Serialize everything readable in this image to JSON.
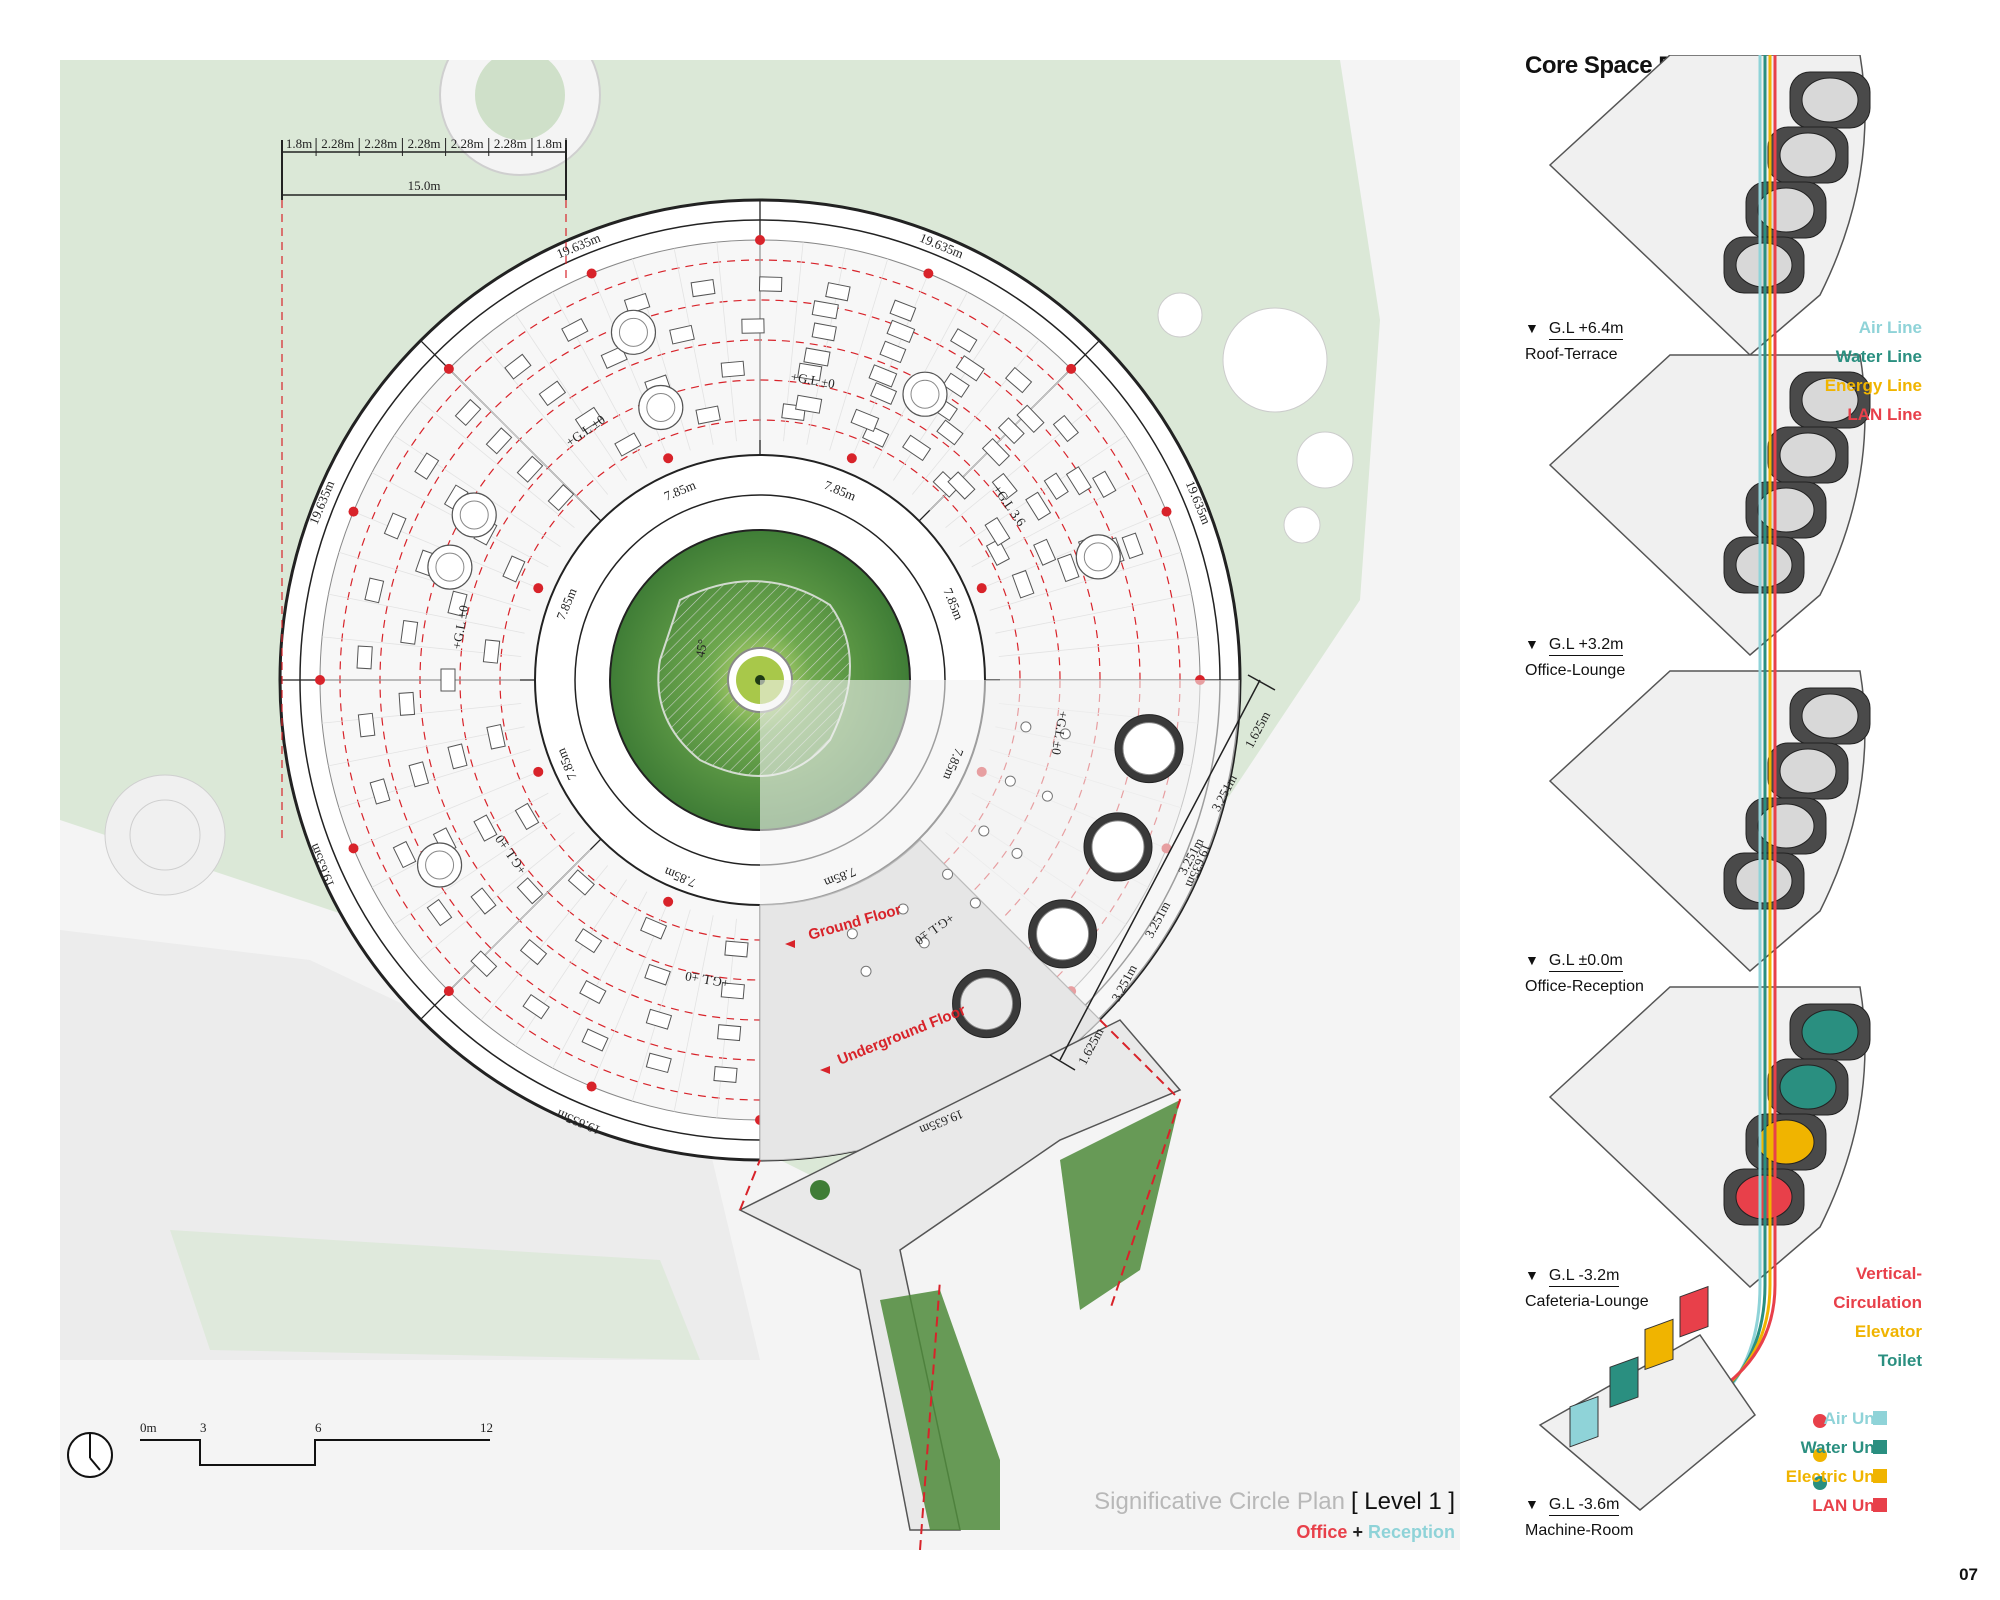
{
  "plan": {
    "title": "Significative Circle Plan",
    "level": "[ Level 1 ]",
    "subtitle_office": "Office",
    "subtitle_plus": "+",
    "subtitle_reception": "Reception",
    "colors": {
      "office": "#e8404a",
      "reception": "#8fd3d8",
      "red_line": "#d8232a",
      "green": "#5e9a48"
    },
    "top_dims": [
      "1.8m",
      "2.28m",
      "2.28m",
      "2.28m",
      "2.28m",
      "2.28m",
      "1.8m"
    ],
    "top_total": "15.0m",
    "outer_arc_dims": [
      "19.635m",
      "19.635m",
      "19.635m",
      "19.635m",
      "19.635m",
      "19.635m",
      "19.635m",
      "19.635m"
    ],
    "inner_dims": [
      "7.85m",
      "7.85m",
      "7.85m",
      "7.85m",
      "7.85m",
      "7.85m",
      "7.85m",
      "7.85m"
    ],
    "right_dims": [
      "1.625m",
      "3.251m",
      "3.251m",
      "3.251m",
      "3.251m",
      "1.625m"
    ],
    "elevation_marks": [
      "+G.L ±0",
      "+G.L 3.6",
      "+G.L ±0",
      "+G.L ±0",
      "+G.L ±0",
      "+G.L ±0",
      "+G.L ±0",
      "+G.L ±0"
    ],
    "angle_label": "45°",
    "ground_floor": "Ground Floor",
    "underground_floor": "Underground Floor",
    "scale_labels": [
      "0m",
      "3",
      "6",
      "12"
    ]
  },
  "core": {
    "title": "Core Space Diagram",
    "levels": [
      {
        "gl": "G.L +6.4m",
        "name": "Roof-Terrace"
      },
      {
        "gl": "G.L +3.2m",
        "name": "Office-Lounge"
      },
      {
        "gl": "G.L ±0.0m",
        "name": "Office-Reception"
      },
      {
        "gl": "G.L -3.2m",
        "name": "Cafeteria-Lounge"
      },
      {
        "gl": "G.L -3.6m",
        "name": "Machine-Room"
      }
    ],
    "lines": [
      {
        "label": "Air Line",
        "color": "#8fd3d8"
      },
      {
        "label": "Water Line",
        "color": "#2a8f80"
      },
      {
        "label": "Energy Line",
        "color": "#f0b400"
      },
      {
        "label": "LAN Line",
        "color": "#e8404a"
      }
    ],
    "legend_cores": [
      {
        "label": "Vertical-",
        "color": "#e8404a"
      },
      {
        "label": "Circulation",
        "color": "#e8404a"
      },
      {
        "label": "Elevator",
        "color": "#f0b400"
      },
      {
        "label": "Toilet",
        "color": "#2a8f80"
      }
    ],
    "legend_units": [
      {
        "label": "Air Unit",
        "color": "#8fd3d8"
      },
      {
        "label": "Water Unit",
        "color": "#2a8f80"
      },
      {
        "label": "Electric Unit",
        "color": "#f0b400"
      },
      {
        "label": "LAN Unit",
        "color": "#e8404a"
      }
    ]
  },
  "page_number": "07"
}
